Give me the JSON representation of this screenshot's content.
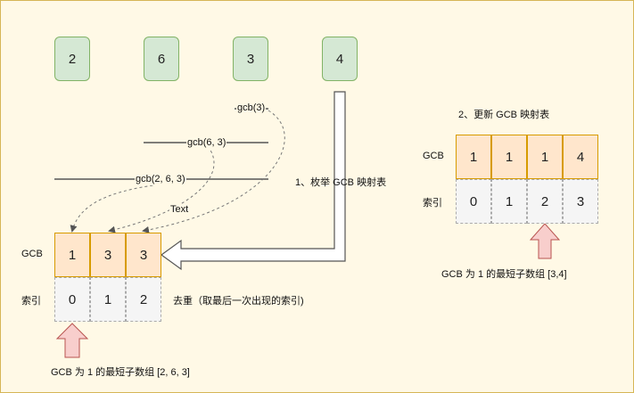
{
  "top_numbers": [
    "2",
    "6",
    "3",
    "4"
  ],
  "edges": {
    "gcb3": "gcb(3)",
    "gcb63": "gcb(6, 3)",
    "gcb263": "gcb(2, 6, 3)",
    "text": "Text"
  },
  "step1_label": "1、枚举 GCB 映射表",
  "step2_label": "2、更新 GCB 映射表",
  "left_table": {
    "gcb_label": "GCB",
    "index_label": "索引",
    "gcb_values": [
      "1",
      "3",
      "3"
    ],
    "index_values": [
      "0",
      "1",
      "2"
    ],
    "note": "去重（取最后一次出现的索引)",
    "caption": "GCB 为 1 的最短子数组 [2, 6, 3]"
  },
  "right_table": {
    "gcb_label": "GCB",
    "index_label": "索引",
    "gcb_values": [
      "1",
      "1",
      "1",
      "4"
    ],
    "index_values": [
      "0",
      "1",
      "2",
      "3"
    ],
    "caption": "GCB 为 1 的最短子数组 [3,4]"
  },
  "colors": {
    "background": "#fff9e6",
    "number_box": "#d5e8d4",
    "gcb_cell": "#ffe6cc",
    "index_cell": "#f5f5f5",
    "pointer_arrow": "#f8cecc"
  }
}
